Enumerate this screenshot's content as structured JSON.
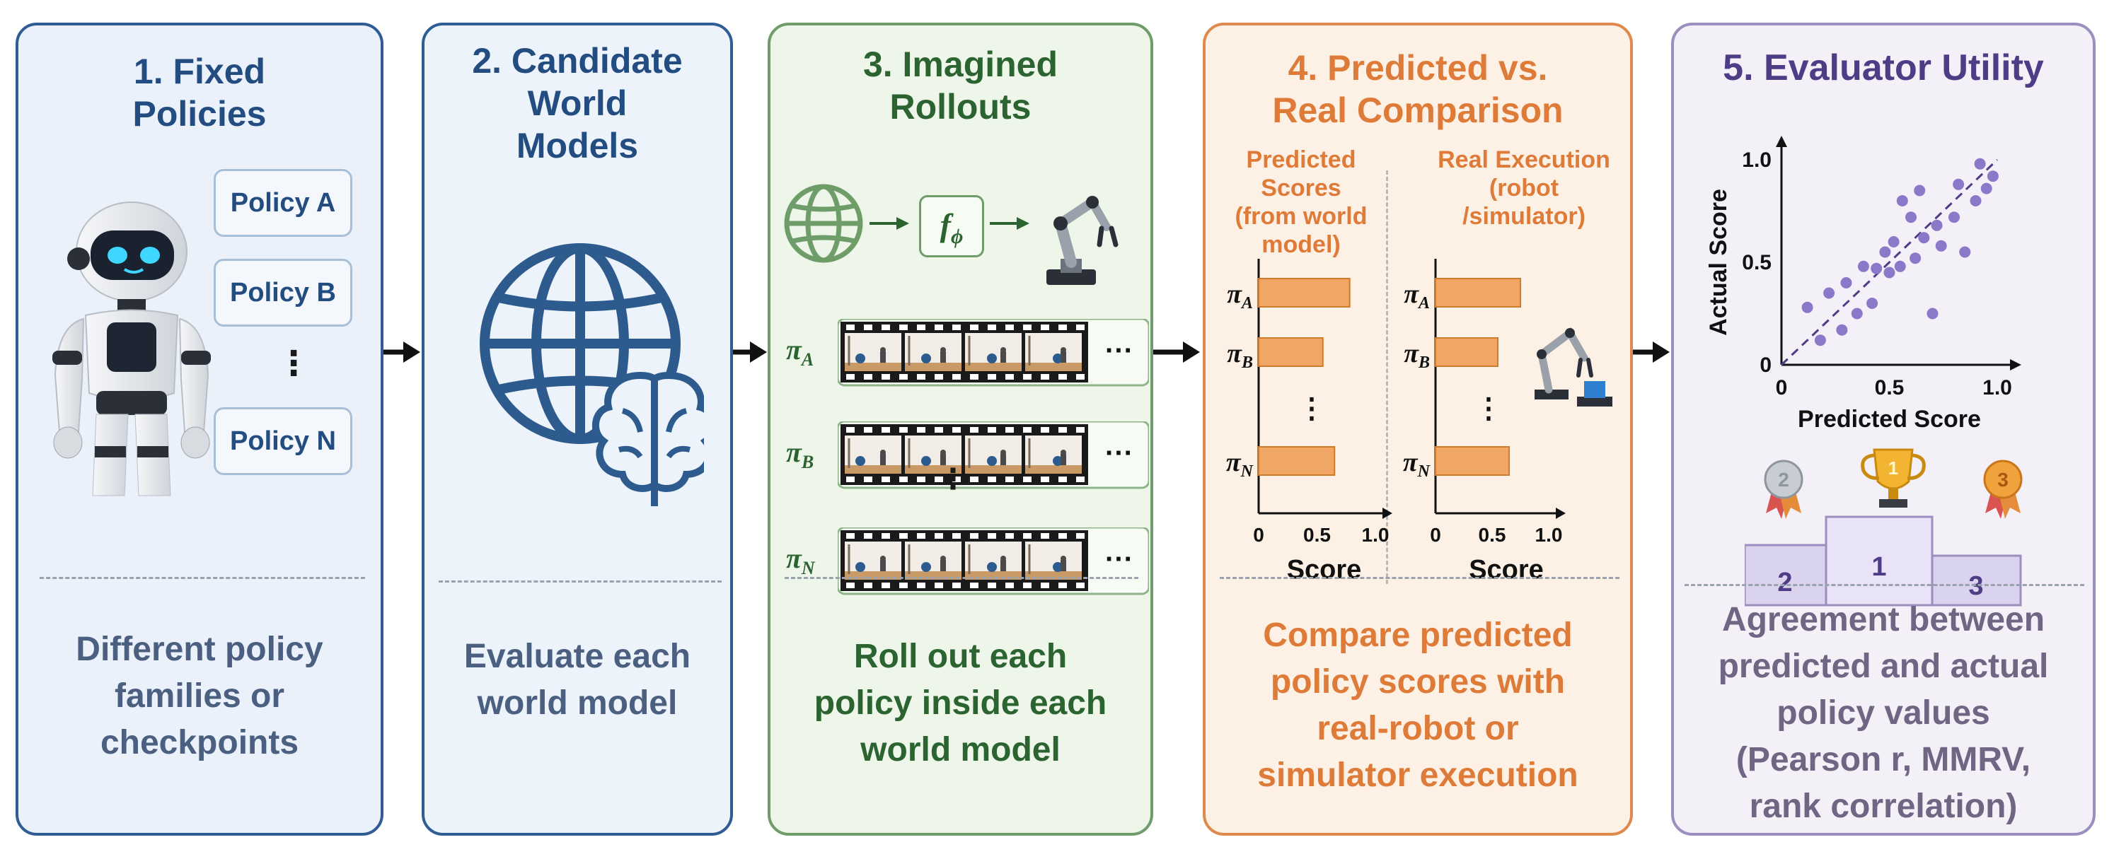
{
  "panels": {
    "p1": {
      "title": "1.  Fixed\nPolicies",
      "policies": [
        "Policy A",
        "Policy B",
        "Policy N"
      ],
      "ellipsis": "⋮",
      "description": "Different policy\nfamilies or\ncheckpoints"
    },
    "p2": {
      "title": "2.  Candidate\nWorld\nModels",
      "description": "Evaluate each\nworld model"
    },
    "p3": {
      "title": "3.  Imagined\nRollouts",
      "function_label": "f",
      "function_sub": "ϕ",
      "policies": [
        {
          "sym": "π",
          "sub": "A"
        },
        {
          "sym": "π",
          "sub": "B"
        },
        {
          "sym": "π",
          "sub": "N"
        }
      ],
      "more": "···",
      "ellipsis": "⋮",
      "description": "Roll out each\npolicy inside each\nworld model"
    },
    "p4": {
      "title": "4.  Predicted vs.\nReal Comparison",
      "left_label": "Predicted\nScores\n(from world\nmodel)",
      "right_label": "Real Execution\n(robot\n/simulator)",
      "axis_label": "Score",
      "ticks": [
        "0",
        "0.5",
        "1.0"
      ],
      "ellipsis": "⋮",
      "policies": [
        {
          "sym": "π",
          "sub": "A"
        },
        {
          "sym": "π",
          "sub": "B"
        },
        {
          "sym": "π",
          "sub": "N"
        }
      ],
      "predicted_scores": [
        0.78,
        0.55,
        0.65
      ],
      "real_scores": [
        0.75,
        0.55,
        0.65
      ],
      "description": "Compare predicted\npolicy scores with\nreal-robot or\nsimulator execution"
    },
    "p5": {
      "title": "5.  Evaluator Utility",
      "xlabel": "Predicted Score",
      "ylabel": "Actual Score",
      "xticks": [
        "0",
        "0.5",
        "1.0"
      ],
      "yticks": [
        "0",
        "0.5",
        "1.0"
      ],
      "podium": [
        "2",
        "1",
        "3"
      ],
      "medals": [
        "2",
        "1",
        "3"
      ],
      "description": "Agreement between\npredicted and actual\npolicy values\n(Pearson r, MMRV,\nrank correlation)"
    }
  },
  "scatter_points": [
    [
      0.12,
      0.28
    ],
    [
      0.18,
      0.12
    ],
    [
      0.22,
      0.35
    ],
    [
      0.28,
      0.17
    ],
    [
      0.3,
      0.4
    ],
    [
      0.35,
      0.25
    ],
    [
      0.38,
      0.48
    ],
    [
      0.42,
      0.3
    ],
    [
      0.44,
      0.47
    ],
    [
      0.48,
      0.55
    ],
    [
      0.5,
      0.45
    ],
    [
      0.52,
      0.6
    ],
    [
      0.55,
      0.48
    ],
    [
      0.56,
      0.8
    ],
    [
      0.6,
      0.72
    ],
    [
      0.62,
      0.52
    ],
    [
      0.64,
      0.85
    ],
    [
      0.66,
      0.62
    ],
    [
      0.7,
      0.25
    ],
    [
      0.72,
      0.68
    ],
    [
      0.74,
      0.58
    ],
    [
      0.8,
      0.72
    ],
    [
      0.82,
      0.88
    ],
    [
      0.85,
      0.55
    ],
    [
      0.9,
      0.8
    ],
    [
      0.92,
      0.98
    ],
    [
      0.95,
      0.86
    ],
    [
      0.98,
      0.92
    ]
  ],
  "colors": {
    "blue": "#234d80",
    "green": "#2b6430",
    "orange": "#df7b39",
    "purple": "#4d3d86",
    "bar": "#f0a765"
  }
}
